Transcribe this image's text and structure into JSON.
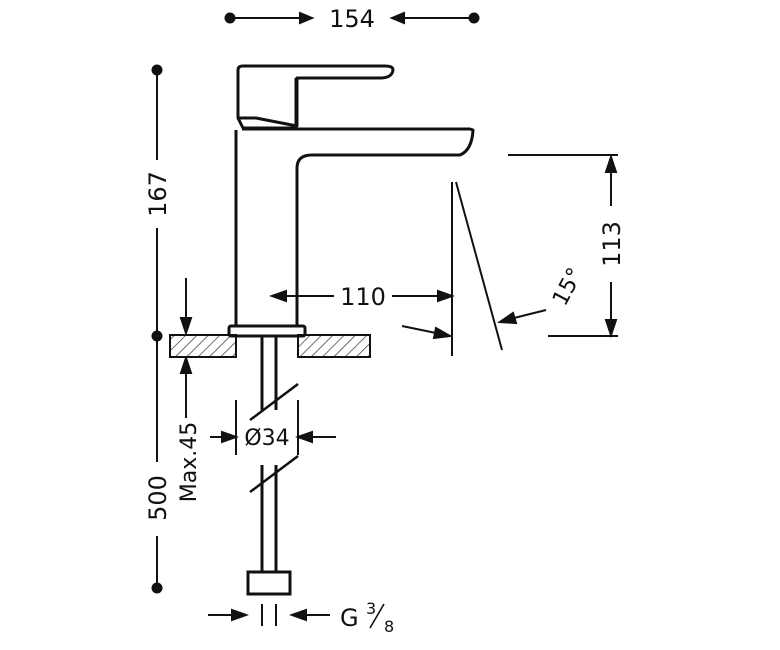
{
  "drawing": {
    "overall_width": "154",
    "overall_height": "167",
    "spout_reach": "110",
    "spout_height": "113",
    "spray_angle": "15°",
    "body_diameter": "Ø34",
    "max_deck_thickness": "Max.45",
    "hose_length": "500",
    "connection_thread": "G",
    "thread_numerator": "3",
    "thread_denominator": "8"
  }
}
